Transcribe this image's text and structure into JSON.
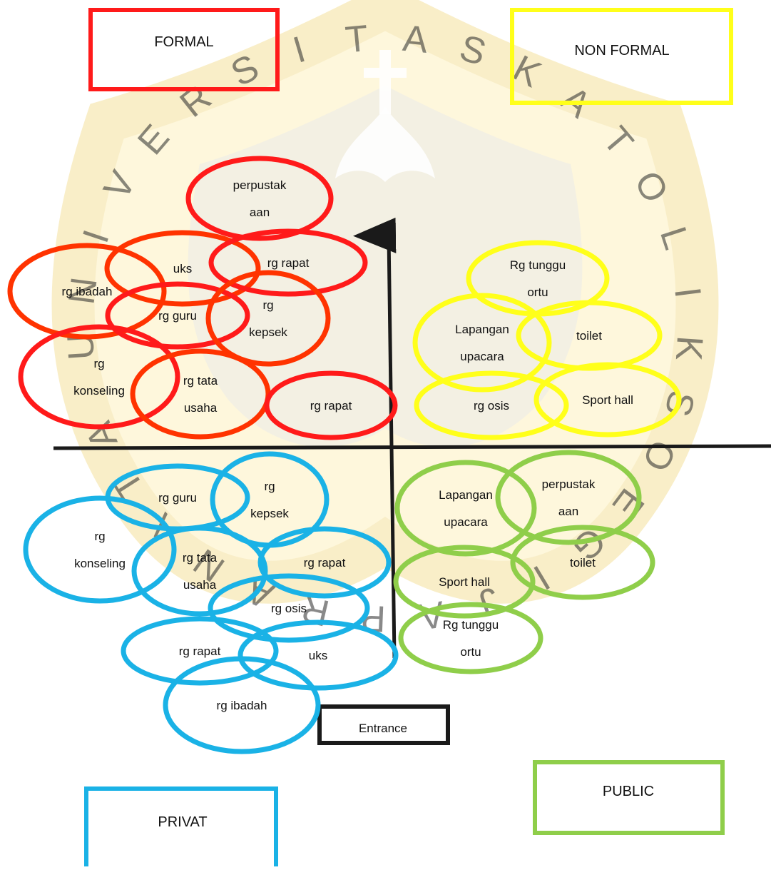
{
  "colors": {
    "formal": "#ff1a1a",
    "non_formal": "#ffff1a",
    "privat": "#1ab2e6",
    "public": "#8fce4a",
    "axis": "#1a1a1a",
    "watermark": "#f5e6a8",
    "watermark_dark": "#d9d9d9"
  },
  "legend": {
    "formal": "FORMAL",
    "non_formal": "NON FORMAL",
    "privat": "PRIVAT",
    "public": "PUBLIC"
  },
  "entrance": "Entrance",
  "watermark": {
    "seal_letters": [
      "U",
      "N",
      "I",
      "V",
      "E",
      "R",
      "S",
      "I",
      "T",
      "A",
      "S",
      "K",
      "A",
      "T",
      "O",
      "L",
      "I",
      "K",
      "S",
      "O",
      "E",
      "G",
      "I",
      "J",
      "A",
      "P",
      "R",
      "A",
      "N",
      "A",
      "T",
      "A"
    ]
  },
  "zones": {
    "formal_non_public": [
      {
        "lines": [
          "perpustak",
          "aan"
        ]
      },
      {
        "lines": [
          "uks"
        ]
      },
      {
        "lines": [
          "rg rapat"
        ]
      },
      {
        "lines": [
          "rg ibadah"
        ]
      },
      {
        "lines": [
          "rg guru"
        ]
      },
      {
        "lines": [
          "rg",
          "kepsek"
        ]
      },
      {
        "lines": [
          "rg",
          "konseling"
        ]
      },
      {
        "lines": [
          "rg tata",
          "usaha"
        ]
      },
      {
        "lines": [
          "rg rapat"
        ]
      }
    ],
    "non_formal": [
      {
        "lines": [
          "Rg tunggu",
          "ortu"
        ]
      },
      {
        "lines": [
          "Lapangan",
          "upacara"
        ]
      },
      {
        "lines": [
          "toilet"
        ]
      },
      {
        "lines": [
          "rg osis"
        ]
      },
      {
        "lines": [
          "Sport hall"
        ]
      }
    ],
    "privat": [
      {
        "lines": [
          "rg guru"
        ]
      },
      {
        "lines": [
          "rg",
          "kepsek"
        ]
      },
      {
        "lines": [
          "rg",
          "konseling"
        ]
      },
      {
        "lines": [
          "rg tata",
          "usaha"
        ]
      },
      {
        "lines": [
          "rg rapat"
        ]
      },
      {
        "lines": [
          "rg osis"
        ]
      },
      {
        "lines": [
          "rg rapat"
        ]
      },
      {
        "lines": [
          "uks"
        ]
      },
      {
        "lines": [
          "rg ibadah"
        ]
      }
    ],
    "public": [
      {
        "lines": [
          "Lapangan",
          "upacara"
        ]
      },
      {
        "lines": [
          "perpustak",
          "aan"
        ]
      },
      {
        "lines": [
          "toilet"
        ]
      },
      {
        "lines": [
          "Sport hall"
        ]
      },
      {
        "lines": [
          "Rg tunggu",
          "ortu"
        ]
      }
    ]
  }
}
